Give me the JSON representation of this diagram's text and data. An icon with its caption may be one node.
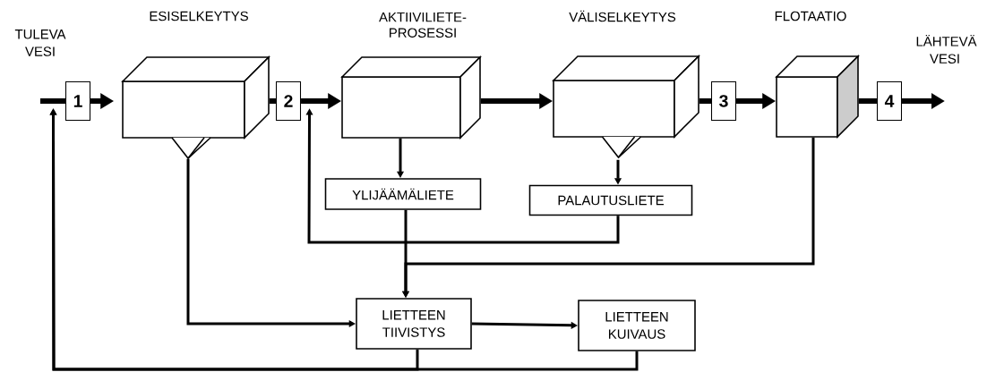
{
  "diagram": {
    "nodes": [
      {
        "text": [
          "ESISELKEYTYS"
        ]
      },
      {
        "text": [
          "AKTIIVILIETE- PROSESSI"
        ]
      },
      {
        "text": [
          "VÄLISELKEYTYS"
        ]
      },
      {
        "text": [
          "FLOTAATIO"
        ]
      },
      {
        "text": [
          "1"
        ]
      },
      {
        "text": [
          "2"
        ]
      },
      {
        "text": [
          "3"
        ]
      },
      {
        "text": [
          "4"
        ]
      },
      {
        "text": [
          "YLIJÄÄMÄLIETE"
        ]
      },
      {
        "text": [
          "PALAUTUSLIETE"
        ]
      },
      {
        "text": [
          "LIETTEEN TIIVISTYS"
        ]
      },
      {
        "text": [
          "LIETTEEN KUIVAUS"
        ]
      }
    ],
    "edges": [
      {
        "from": null,
        "to": 4,
        "arrow": "none",
        "style": "thick"
      },
      {
        "from": 4,
        "to": 0,
        "arrow": "to",
        "style": "thick"
      },
      {
        "from": 0,
        "to": 5,
        "arrow": "none",
        "style": "thick"
      },
      {
        "from": 5,
        "to": 1,
        "arrow": "to",
        "style": "thick"
      },
      {
        "from": 1,
        "to": 2,
        "arrow": "to",
        "style": "thick"
      },
      {
        "from": 2,
        "to": 6,
        "arrow": "none",
        "style": "thick"
      },
      {
        "from": 6,
        "to": 3,
        "arrow": "to",
        "style": "thick"
      },
      {
        "from": 3,
        "to": 7,
        "arrow": "none",
        "style": "thick"
      },
      {
        "from": 7,
        "to": null,
        "arrow": "to",
        "style": "thick"
      },
      {
        "from": 1,
        "to": 8,
        "arrow": "to"
      },
      {
        "from": 2,
        "to": 9,
        "arrow": "to"
      },
      {
        "from": 8,
        "to": 10,
        "arrow": "to"
      },
      {
        "from": 9,
        "to": 5,
        "arrow": "to"
      },
      {
        "from": 10,
        "to": 4,
        "arrow": "to"
      },
      {
        "from": 11,
        "to": 4,
        "arrow": "to"
      },
      {
        "from": 0,
        "to": 10,
        "arrow": "to"
      },
      {
        "from": 3,
        "to": 10,
        "arrow": "to"
      },
      {
        "from": 10,
        "to": 11,
        "arrow": "to"
      }
    ],
    "labels": [
      "TULEVA VESI",
      "LÄHTEVÄ VESI"
    ]
  }
}
